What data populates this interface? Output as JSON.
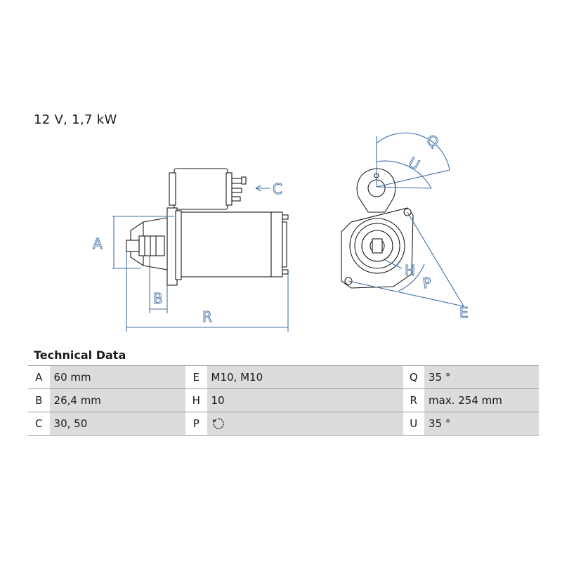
{
  "headline": "12 V, 1,7 kW",
  "drawing": {
    "labels": {
      "A": "A",
      "B": "B",
      "C": "C",
      "R": "R",
      "Q": "Q",
      "U": "U",
      "H": "H",
      "P": "P",
      "E": "E"
    }
  },
  "technical_data": {
    "title": "Technical Data",
    "rows": [
      [
        {
          "key": "A",
          "value": "60 mm"
        },
        {
          "key": "E",
          "value": "M10, M10"
        },
        {
          "key": "Q",
          "value": "35 °"
        }
      ],
      [
        {
          "key": "B",
          "value": "26,4 mm"
        },
        {
          "key": "H",
          "value": "10"
        },
        {
          "key": "R",
          "value": "max. 254 mm"
        }
      ],
      [
        {
          "key": "C",
          "value": "30, 50"
        },
        {
          "key": "P",
          "value": "",
          "icon": "clockwise-rotation-icon"
        },
        {
          "key": "U",
          "value": "35 °"
        }
      ]
    ]
  }
}
